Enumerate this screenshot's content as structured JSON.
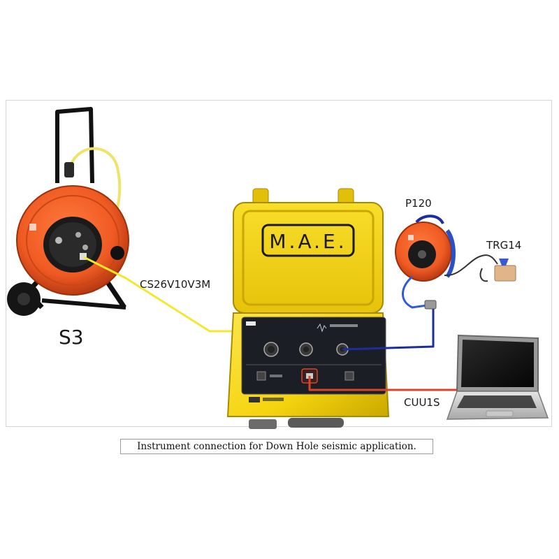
{
  "labels": {
    "reel_s3": "S3",
    "cable": "CS26V10V3M",
    "reel_p120": "P120",
    "trigger": "TRG14",
    "usb_cable": "CUU1S"
  },
  "lid_logo": "M.A.E.",
  "caption": "Instrument connection for Down Hole seismic application.",
  "colors": {
    "reel_orange": "#ef5a23",
    "case_yellow": "#f5d40f",
    "cable_yellow": "#f2e830",
    "cable_blue": "#1c2e9e",
    "cable_red": "#d9452a",
    "panel_dark": "#1c1e26"
  }
}
